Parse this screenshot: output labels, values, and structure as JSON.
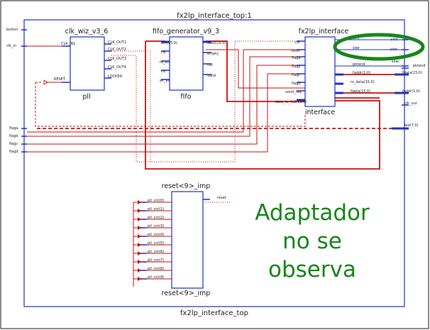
{
  "top": {
    "title": "fx2lp_interface_top:1",
    "footer": "fx2lp_interface_top"
  },
  "top_ports": {
    "left": [
      "button",
      "clk_in",
      "flaga",
      "flagb",
      "flagc",
      "flagd"
    ],
    "right": [
      "slrd",
      "slwr",
      "pktend",
      "fdata(15:0)",
      "faddr(1:0)",
      "clk_out",
      "sloe",
      "led(7:0)"
    ]
  },
  "clk_wiz": {
    "title": "clk_wiz_v3_6",
    "inst": "pll",
    "in_ports": [
      "CLK_IN1",
      "RESET"
    ],
    "out_ports": [
      "CLK_OUT1",
      "CLK_OUT2",
      "CLK_OUT3",
      "CLK_OUT4",
      "LOCKED"
    ]
  },
  "fifo": {
    "title": "fifo_generator_v9_3",
    "inst": "fifo",
    "in_ports": [
      "din(15:0)",
      "clk",
      "rd_en",
      "rst",
      "wr_en"
    ],
    "out_ports": [
      "dout(15:0)",
      "empty",
      "full",
      "valid"
    ]
  },
  "fx2": {
    "title": "fx2lp_interface",
    "inst": "interface",
    "in_ports": [
      "clk",
      "reset",
      "flaga",
      "flagb",
      "flagc",
      "flagd",
      "send_req",
      "data_to_fx2(15:0)"
    ],
    "out_ports": [
      "slrd",
      "slwr",
      "pktend",
      "faddr(1:0)",
      "rx_data(15:0)",
      "fdata(15:0)"
    ]
  },
  "reset": {
    "title": "reset<9>_imp",
    "footer": "reset<9>_imp",
    "out_port": "reset",
    "in_ports": [
      "pll_cnt(0)",
      "pll_cnt(1)",
      "pll_cnt(2)",
      "pll_cnt(3)",
      "pll_cnt(4)",
      "pll_cnt(5)",
      "pll_cnt(6)",
      "pll_cnt(7)",
      "pll_cnt(8)",
      "pll_cnt(9)"
    ]
  },
  "note": [
    "Adaptador",
    "no se",
    "observa"
  ],
  "colors": {
    "wire": "#cc1111",
    "bus": "#2030c8",
    "frame": "#2030c8",
    "highlight": "#18861c"
  }
}
